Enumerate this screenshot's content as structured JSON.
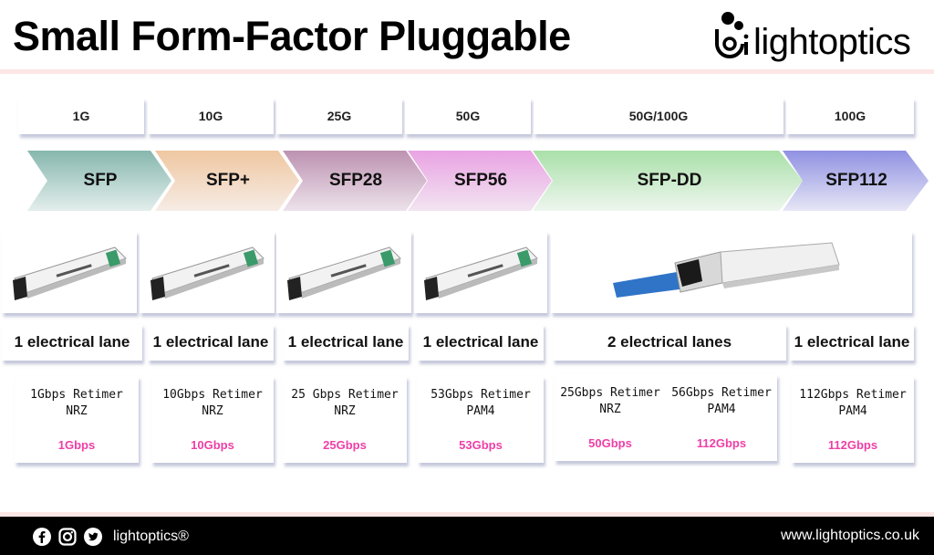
{
  "header": {
    "title": "Small Form-Factor Pluggable",
    "logo_text": "lightoptics"
  },
  "colors": {
    "rate_pink": "#ee3fa6",
    "chevron_sfp": "#8fbcb4",
    "chevron_sfp_plus": "#f1cda8",
    "chevron_sfp28": "#c49bb8",
    "chevron_sfp56": "#e8a9e4",
    "chevron_sfp_dd": "#b0e2b0",
    "chevron_sfp112": "#9b9ce8"
  },
  "speeds": [
    "1G",
    "10G",
    "25G",
    "50G",
    "50G/100G",
    "100G"
  ],
  "form_factors": [
    "SFP",
    "SFP+",
    "SFP28",
    "SFP56",
    "SFP-DD",
    "SFP112"
  ],
  "module_images": [
    "sfp-module-image",
    "sfp-plus-module-image",
    "sfp28-module-image",
    "sfp56-module-image",
    "sfp-dd-module-image"
  ],
  "lanes": [
    "1 electrical lane",
    "1 electrical lane",
    "1 electrical lane",
    "1 electrical lane",
    "2 electrical lanes",
    "1 electrical lane"
  ],
  "specs": [
    {
      "retimer": "1Gbps Retimer",
      "modulation": "NRZ",
      "rate": "1Gbps"
    },
    {
      "retimer": "10Gbps Retimer",
      "modulation": "NRZ",
      "rate": "10Gbps"
    },
    {
      "retimer": "25 Gbps Retimer",
      "modulation": "NRZ",
      "rate": "25Gbps"
    },
    {
      "retimer": "53Gbps Retimer",
      "modulation": "PAM4",
      "rate": "53Gbps"
    },
    {
      "retimer": "25Gbps Retimer",
      "modulation": "NRZ",
      "rate": "50Gbps"
    },
    {
      "retimer": "56Gbps Retimer",
      "modulation": "PAM4",
      "rate": "112Gbps"
    },
    {
      "retimer": "112Gbps Retimer",
      "modulation": "PAM4",
      "rate": "112Gbps"
    }
  ],
  "footer": {
    "icons": [
      "facebook-icon",
      "instagram-icon",
      "twitter-icon"
    ],
    "brand": "lightoptics®",
    "url": "www.lightoptics.co.uk"
  }
}
